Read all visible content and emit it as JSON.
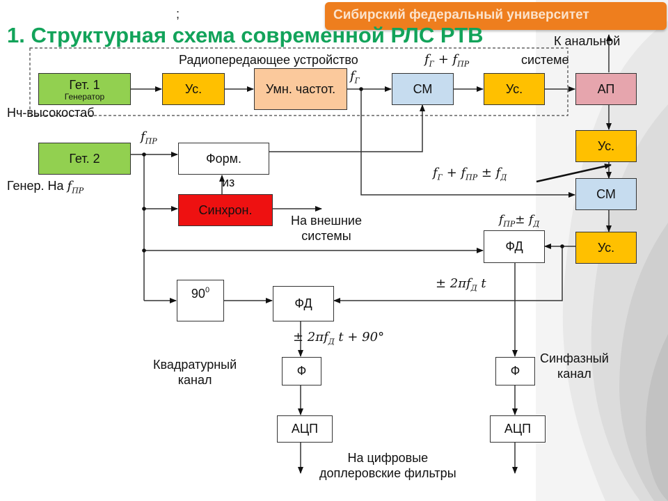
{
  "header": {
    "university": "Сибирский федеральный университет",
    "title": "1. Структурная схема современной РЛС РТВ",
    "stray_mark": ";"
  },
  "colors": {
    "accent_orange": "#ee7e1e",
    "title_green": "#12a35a",
    "block_green": "#92d050",
    "block_yellow": "#ffc000",
    "block_peach": "#fbc99c",
    "block_blue": "#c6dcef",
    "block_pink": "#e6a5ad",
    "block_red": "#ee1111",
    "block_white": "#ffffff"
  },
  "blocks": {
    "get1": "Гет. 1",
    "get1_sub": "Генератор",
    "us1": "Ус.",
    "umn": "Умн. частот.",
    "sm1": "СМ",
    "us2": "Ус.",
    "ap": "АП",
    "get2": "Гет. 2",
    "form": "Форм.",
    "sinkhron": "Синхрон.",
    "us3": "Ус.",
    "sm2": "СМ",
    "us4": "Ус.",
    "fd1": "ФД",
    "phase90": "90",
    "phase90_sup": "0",
    "fd2": "ФД",
    "f1": "Ф",
    "f2": "Ф",
    "adc1": "АЦП",
    "adc2": "АЦП"
  },
  "labels": {
    "transmitter": "Радиопередающее устройство",
    "kanal_top": "К анальной",
    "sisteme": "системе",
    "nch": "Нч-высокостаб",
    "gener": "Генер. На",
    "iz": "из",
    "external1": "На внешние",
    "external2": "системы",
    "quad1": "Квадратурный",
    "quad2": "канал",
    "inphase1": "Синфазный",
    "inphase2": "канал",
    "digital1": "На цифровые",
    "digital2": "доплеровские фильтры"
  },
  "formulas": {
    "f_g_plus_f_pr": "f Г + f ПР",
    "f_g": "f Г",
    "f_pr": "f ПР",
    "f_pr_gener": "f ПР",
    "sum_doppler": "f Г + f ПР ± f Д",
    "fpr_fd": "f ПР ± f Д",
    "two_pi_fd_t": "± 2πf Д t",
    "two_pi_fd_t_90": "± 2πf Д t + 90°"
  }
}
